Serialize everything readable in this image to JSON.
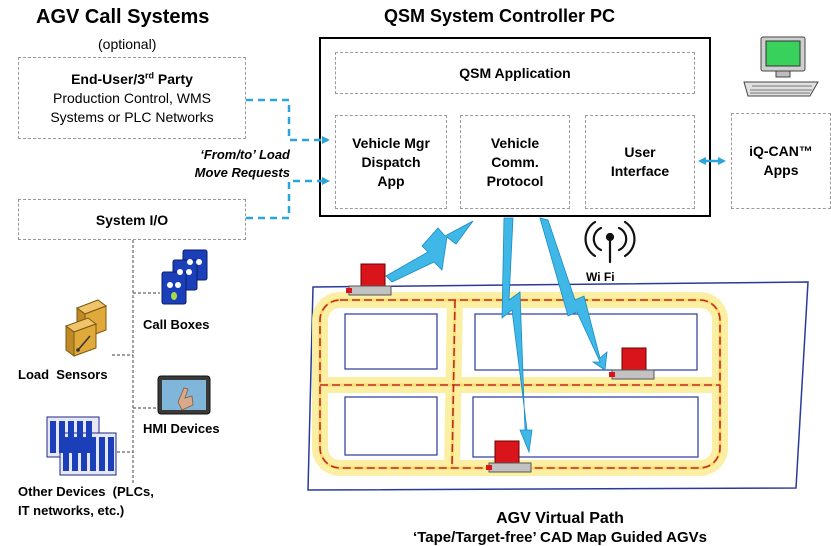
{
  "call_systems": {
    "title": "AGV Call Systems",
    "subtitle": "(optional)",
    "end_user": {
      "title_pre": "End-User/3",
      "title_sup": "rd",
      "title_post": " Party",
      "line1": "Production Control, WMS",
      "line2": "Systems or PLC Networks"
    },
    "system_io": "System I/O",
    "requests": {
      "line1": "‘From/to’ Load",
      "line2": "Move Requests"
    }
  },
  "controller": {
    "title": "QSM System Controller PC",
    "application": "QSM Application",
    "vehicle_mgr": {
      "line1": "Vehicle Mgr",
      "line2": "Dispatch",
      "line3": "App"
    },
    "vehicle_comm": {
      "line1": "Vehicle",
      "line2": "Comm.",
      "line3": "Protocol"
    },
    "user_interface": {
      "line1": "User",
      "line2": "Interface"
    }
  },
  "iqcan": {
    "line1": "iQ-CAN™",
    "line2": "Apps"
  },
  "wifi": "Wi Fi",
  "devices": {
    "call_boxes": "Call Boxes",
    "load_sensors": "Load  Sensors",
    "hmi_devices": "HMI Devices",
    "other": {
      "line1": "Other Devices  (PLCs,",
      "line2": "IT networks, etc.)"
    }
  },
  "path": {
    "line1": "AGV Virtual Path",
    "line2": "‘Tape/Target-free’ CAD Map Guided AGVs"
  },
  "colors": {
    "connector": "#2ba3dc",
    "wireless": "#3fb8e8",
    "floor_border": "#2a3a9a",
    "path_glow": "#fbee9b",
    "path_line": "#c62828",
    "agv": "#d9141b",
    "callbox": "#1b3fb8"
  }
}
